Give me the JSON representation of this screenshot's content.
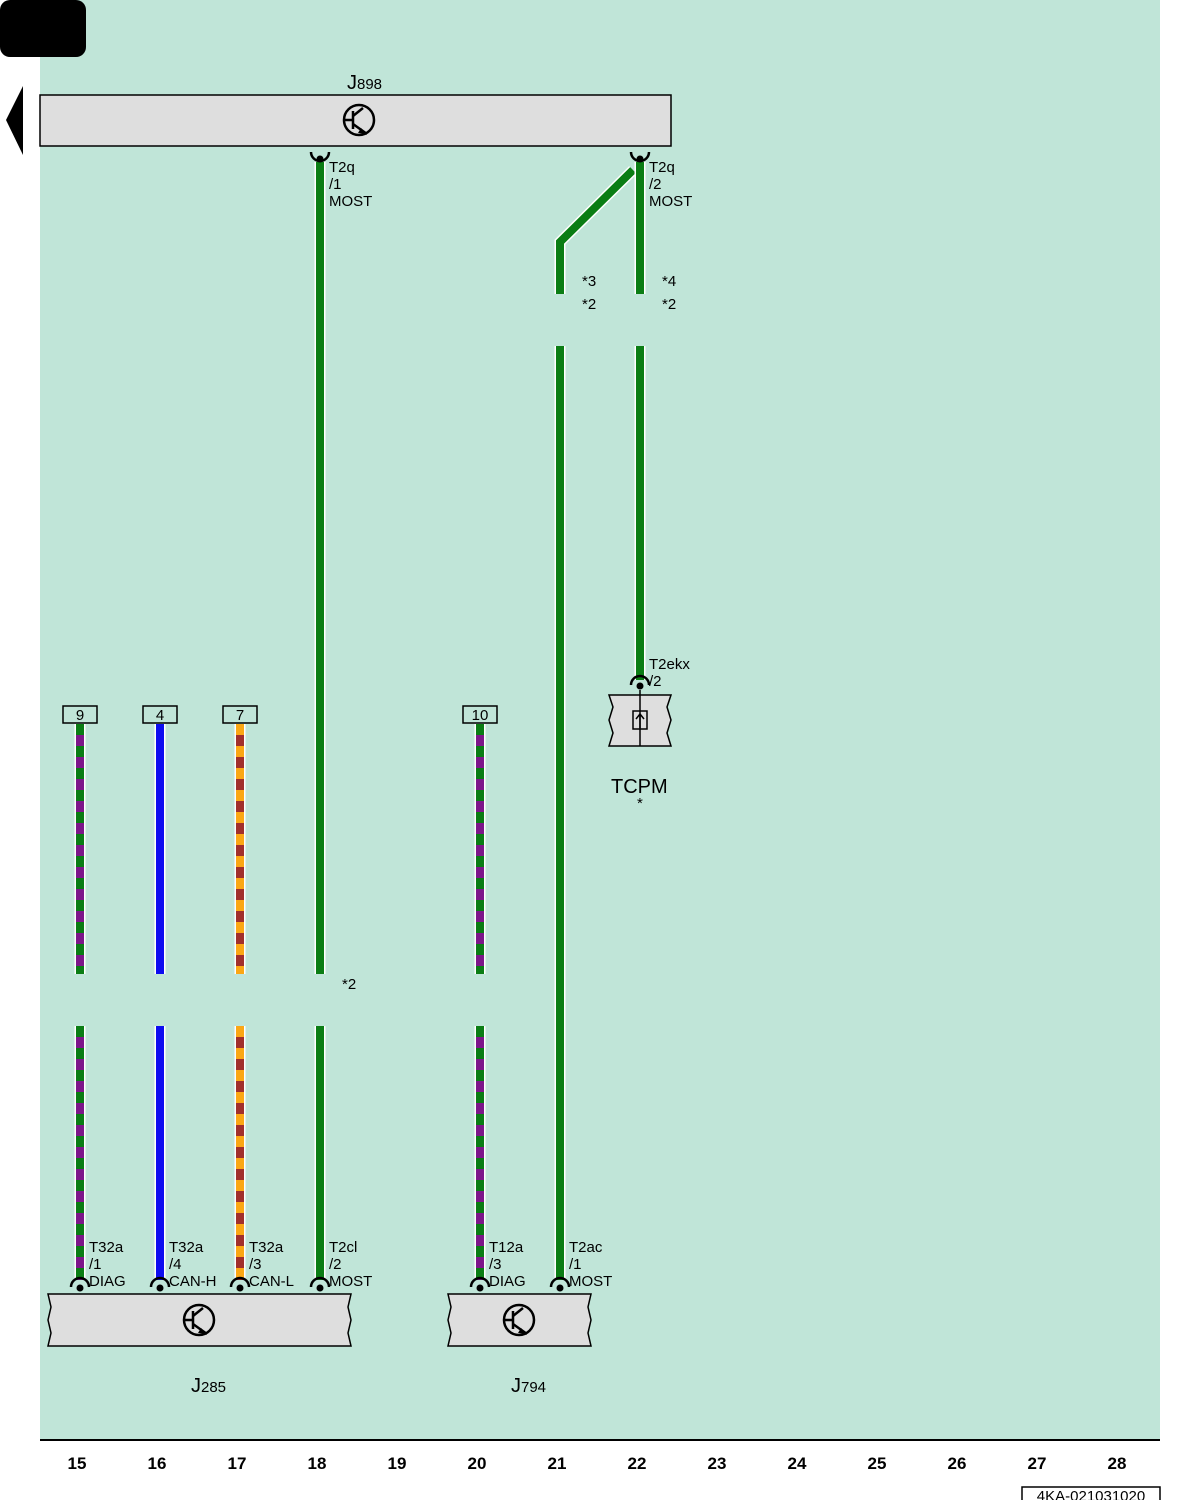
{
  "top_module": {
    "name": "J",
    "sub": "898"
  },
  "bottom_modules": [
    {
      "id": "j285",
      "name": "J",
      "sub": "285"
    },
    {
      "id": "j794",
      "name": "J",
      "sub": "794"
    }
  ],
  "tcpm": {
    "name": "TCPM",
    "note": "*",
    "connector": "T2ekx",
    "pin": "/2"
  },
  "top_pins": [
    {
      "connector": "T2q",
      "pin": "/1",
      "signal": "MOST"
    },
    {
      "connector": "T2q",
      "pin": "/2",
      "signal": "MOST"
    }
  ],
  "bottom_pins": [
    {
      "connector": "T32a",
      "pin": "/1",
      "signal": "DIAG"
    },
    {
      "connector": "T32a",
      "pin": "/4",
      "signal": "CAN-H"
    },
    {
      "connector": "T32a",
      "pin": "/3",
      "signal": "CAN-L"
    },
    {
      "connector": "T2cl",
      "pin": "/2",
      "signal": "MOST"
    },
    {
      "connector": "T12a",
      "pin": "/3",
      "signal": "DIAG"
    },
    {
      "connector": "T2ac",
      "pin": "/1",
      "signal": "MOST"
    }
  ],
  "wire_refs": [
    "9",
    "4",
    "7",
    "10"
  ],
  "notes": {
    "n21_a": "*3",
    "n21_b": "*2",
    "n22_a": "*4",
    "n22_b": "*2",
    "n18": "*2"
  },
  "columns": [
    "15",
    "16",
    "17",
    "18",
    "19",
    "20",
    "21",
    "22",
    "23",
    "24",
    "25",
    "26",
    "27",
    "28"
  ],
  "doc_id": "4KA-021031020",
  "colors": {
    "background": "#c0e5d8",
    "module_fill": "#dedede",
    "green": "#0a7d14",
    "violet": "#7d168a",
    "blue": "#0d0df0",
    "orange": "#fba714",
    "brown": "#a1302c"
  }
}
